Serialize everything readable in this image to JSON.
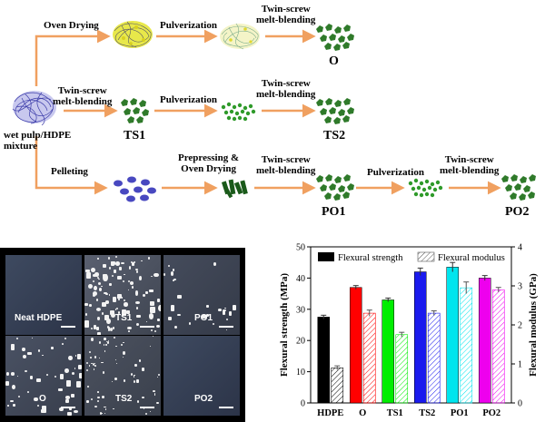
{
  "process": {
    "start_label": "wet pulp/HDPE\nmixture",
    "steps": {
      "oven_drying": "Oven Drying",
      "pulverization_1": "Pulverization",
      "twin_screw_1": "Twin-screw\nmelt-blending",
      "twin_screw_ts1": "Twin-screw\nmelt-blending",
      "pulverization_2": "Pulverization",
      "twin_screw_2": "Twin-screw\nmelt-blending",
      "pelleting": "Pelleting",
      "prepressing": "Prepressing &\nOven Drying",
      "twin_screw_3": "Twin-screw\nmelt-blending",
      "pulverization_3": "Pulverization",
      "twin_screw_4": "Twin-screw\nmelt-blending"
    },
    "products": {
      "o": "O",
      "ts1": "TS1",
      "ts2": "TS2",
      "po1": "PO1",
      "po2": "PO2"
    },
    "colors": {
      "arrow": "#f0a060",
      "granule": "#2f7a2a",
      "pulp_blue": "#3a3aa8",
      "dried_yellow": "#e8e030",
      "pellet_blue": "#4848c0"
    }
  },
  "micrographs": {
    "tiles": [
      {
        "label": "Neat HDPE",
        "tone": "smooth"
      },
      {
        "label": "TS1",
        "tone": "dense"
      },
      {
        "label": "PO1",
        "tone": "sparse"
      },
      {
        "label": "O",
        "tone": "medium"
      },
      {
        "label": "TS2",
        "tone": "fine"
      },
      {
        "label": "PO2",
        "tone": "smooth"
      }
    ]
  },
  "chart_data": {
    "type": "bar",
    "categories": [
      "HDPE",
      "O",
      "TS1",
      "TS2",
      "PO1",
      "PO2"
    ],
    "series": [
      {
        "name": "Flexural strength",
        "axis": "left",
        "values": [
          27.5,
          37,
          33,
          42,
          43.5,
          40
        ],
        "errors": [
          0.6,
          0.6,
          0.6,
          1.2,
          1.5,
          0.8
        ]
      },
      {
        "name": "Flexural  modulus",
        "axis": "right",
        "values": [
          0.9,
          2.3,
          1.75,
          2.3,
          2.95,
          2.9
        ],
        "errors": [
          0.05,
          0.08,
          0.06,
          0.06,
          0.15,
          0.06
        ]
      }
    ],
    "bar_colors": [
      "#000000",
      "#ff0000",
      "#00ee00",
      "#1a1aee",
      "#00e5ee",
      "#ee00ee"
    ],
    "ylabel_left": "Flexural strength (MPa)",
    "ylabel_right": "Flexural  modulus (GPa)",
    "ylim_left": [
      0,
      50
    ],
    "ylim_right": [
      0,
      4
    ],
    "yticks_left": [
      0,
      10,
      20,
      30,
      40,
      50
    ],
    "yticks_right": [
      0,
      1,
      2,
      3,
      4
    ],
    "legend_position": "top",
    "grid": false
  }
}
